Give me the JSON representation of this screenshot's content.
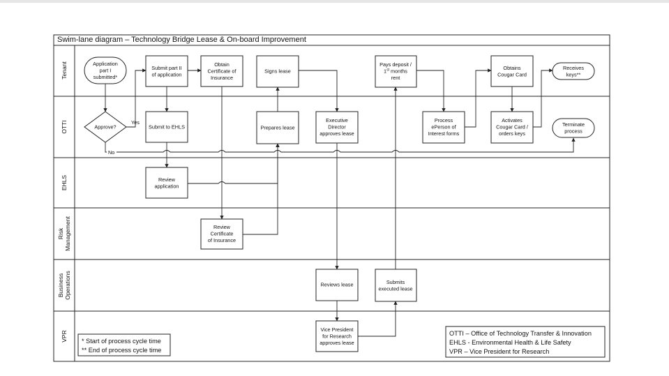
{
  "title": "Swim-lane diagram – Technology Bridge Lease & On-board Improvement",
  "lanes": [
    {
      "id": "tenant",
      "label": [
        "Tenant"
      ]
    },
    {
      "id": "otti",
      "label": [
        "OTTI"
      ]
    },
    {
      "id": "ehls",
      "label": [
        "EHLS"
      ]
    },
    {
      "id": "risk",
      "label": [
        "Risk",
        "Management"
      ]
    },
    {
      "id": "busops",
      "label": [
        "Business",
        "Operations"
      ]
    },
    {
      "id": "vpr",
      "label": [
        "VPR"
      ]
    }
  ],
  "nodes": [
    {
      "id": "app1",
      "shape": "terminator",
      "lines": [
        "Application",
        "part I",
        "submitted*"
      ]
    },
    {
      "id": "sub2",
      "shape": "process",
      "lines": [
        "Submit part II",
        "of application"
      ]
    },
    {
      "id": "coi",
      "shape": "process",
      "lines": [
        "Obtain",
        "Certificate of",
        "Insurance"
      ]
    },
    {
      "id": "signs",
      "shape": "process",
      "lines": [
        "Signs lease"
      ]
    },
    {
      "id": "pays",
      "shape": "process",
      "lines": [
        "Pays deposit /",
        "1st months",
        "rent"
      ]
    },
    {
      "id": "cougar",
      "shape": "process",
      "lines": [
        "Obtains",
        "Cougar Card"
      ]
    },
    {
      "id": "keys",
      "shape": "terminator",
      "lines": [
        "Receives",
        "keys**"
      ]
    },
    {
      "id": "approve",
      "shape": "decision",
      "lines": [
        "Approve?"
      ]
    },
    {
      "id": "toehls",
      "shape": "process",
      "lines": [
        "Submit to EHLS"
      ]
    },
    {
      "id": "prep",
      "shape": "process",
      "lines": [
        "Prepares lease"
      ]
    },
    {
      "id": "exec",
      "shape": "process",
      "lines": [
        "Executive",
        "Director",
        "approves lease"
      ]
    },
    {
      "id": "epoi",
      "shape": "process",
      "lines": [
        "Process",
        "ePerson of",
        "Interest forms"
      ]
    },
    {
      "id": "activ",
      "shape": "process",
      "lines": [
        "Activates",
        "Cougar Card /",
        "orders keys"
      ]
    },
    {
      "id": "term",
      "shape": "terminator",
      "lines": [
        "Terminate",
        "process"
      ]
    },
    {
      "id": "review",
      "shape": "process",
      "lines": [
        "Review",
        "application"
      ]
    },
    {
      "id": "rcoi",
      "shape": "process",
      "lines": [
        "Review",
        "Certificate",
        "of Insurance"
      ]
    },
    {
      "id": "rlease",
      "shape": "process",
      "lines": [
        "Reviews lease"
      ]
    },
    {
      "id": "subexec",
      "shape": "process",
      "lines": [
        "Submits",
        "executed lease"
      ]
    },
    {
      "id": "vp",
      "shape": "process",
      "lines": [
        "Vice President",
        "for Research",
        "approves lease"
      ]
    }
  ],
  "flow_labels": {
    "yes": "Yes",
    "no": "No"
  },
  "notes": [
    "* Start of process cycle time",
    "** End of process cycle time"
  ],
  "legend": [
    "OTTI – Office of Technology Transfer & Innovation",
    "EHLS -  Environmental Health & Life Safety",
    "VPR – Vice President for Research"
  ]
}
